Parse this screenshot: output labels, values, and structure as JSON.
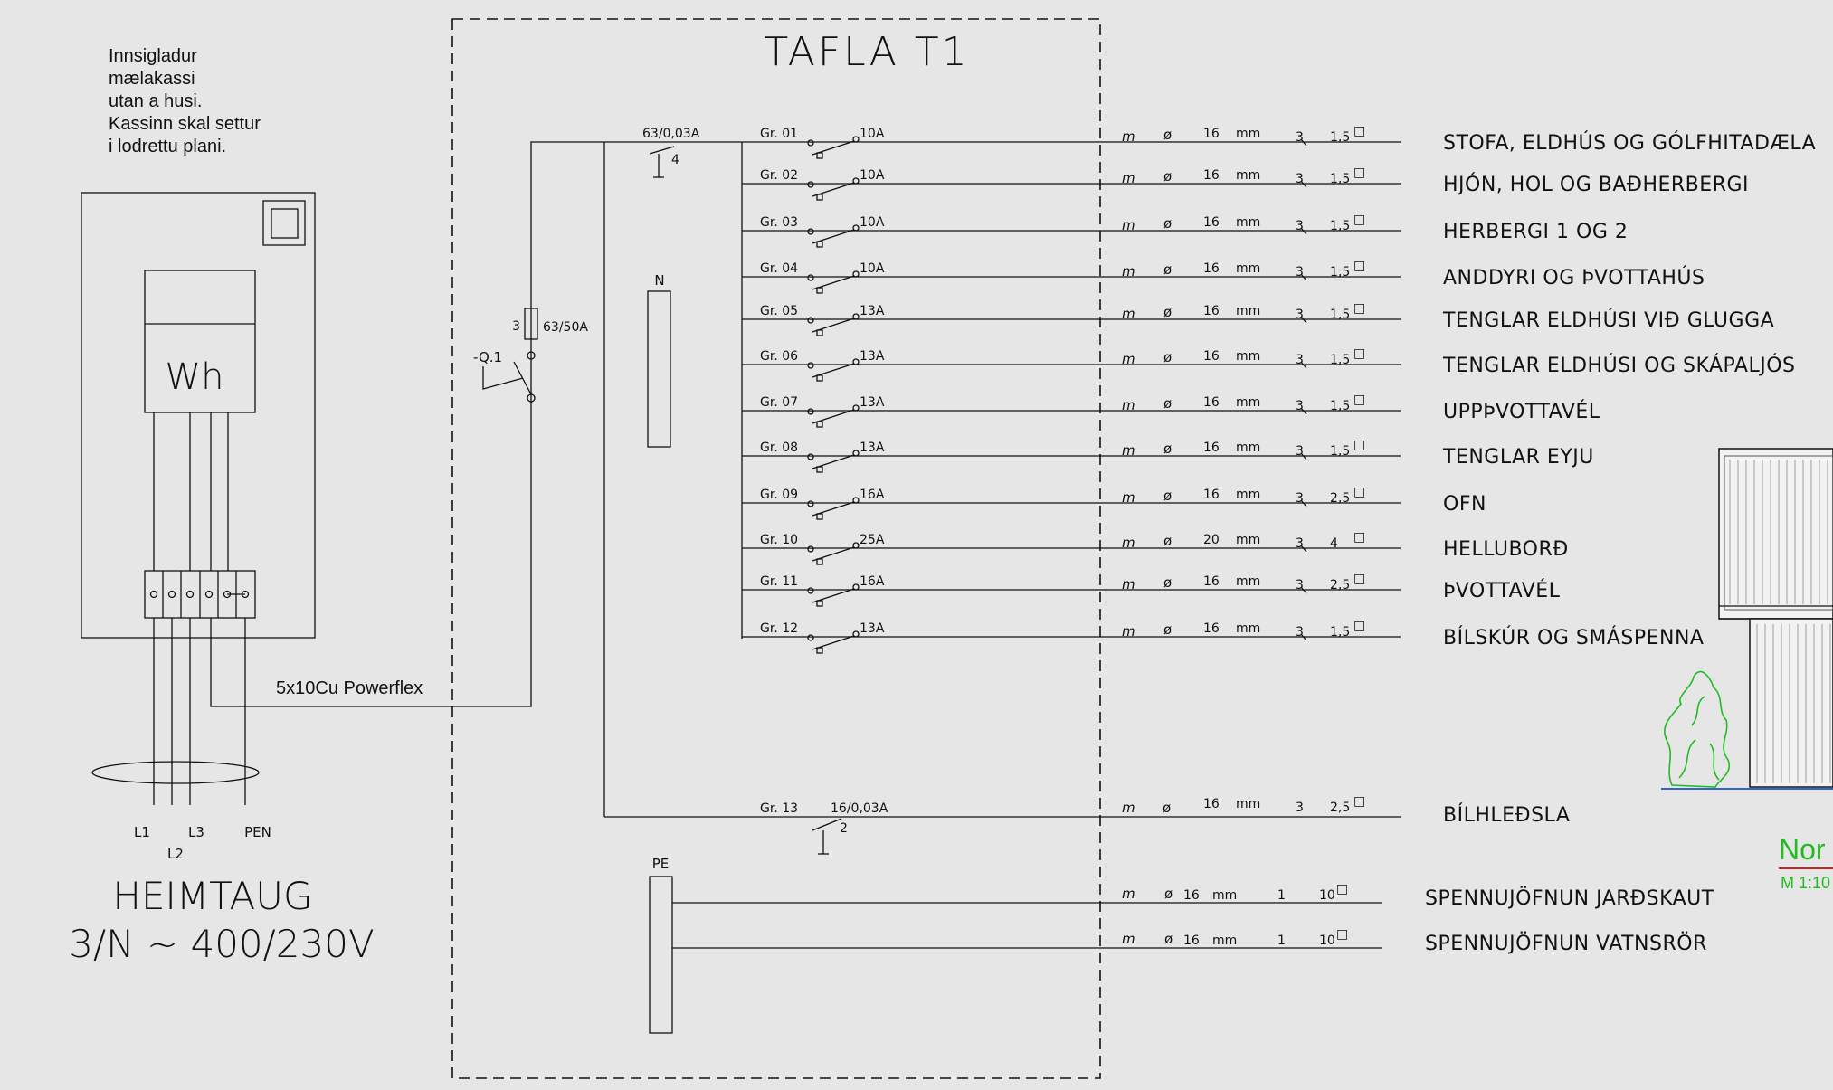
{
  "meter_box": {
    "note_lines": [
      "Innsigladur",
      "mælakassi",
      "utan a husi.",
      "Kassinn skal settur",
      "i lodrettu plani."
    ],
    "meter_label": "Wh"
  },
  "supply": {
    "phases": [
      "L1",
      "L2",
      "L3",
      "PEN"
    ],
    "cable_label": "5x10Cu Powerflex",
    "title": "HEIMTAUG",
    "voltage": "3/N ~ 400/230V"
  },
  "panel": {
    "title": "TAFLA T1",
    "main_switch_id": "-Q.1",
    "main_fuse": "63/50A",
    "main_fuse_poles": "3",
    "rcd_main": "63/0,03A",
    "rcd_main_poles": "4",
    "neutral_label": "N",
    "pe_label": "PE",
    "rcd_car": "16/0,03A",
    "rcd_car_poles": "2"
  },
  "circuits": [
    {
      "group": "Gr. 01",
      "breaker": "10A",
      "install": "m",
      "conduit": "ø",
      "size": "16",
      "unit": "mm",
      "cores": "3",
      "cross": "1,5",
      "sq": "□",
      "desc": "STOFA, ELDHÚS OG GÓLFHITADÆLA"
    },
    {
      "group": "Gr. 02",
      "breaker": "10A",
      "install": "m",
      "conduit": "ø",
      "size": "16",
      "unit": "mm",
      "cores": "3",
      "cross": "1,5",
      "sq": "□",
      "desc": "HJÓN, HOL OG BAÐHERBERGI"
    },
    {
      "group": "Gr. 03",
      "breaker": "10A",
      "install": "m",
      "conduit": "ø",
      "size": "16",
      "unit": "mm",
      "cores": "3",
      "cross": "1,5",
      "sq": "□",
      "desc": "HERBERGI 1 OG 2"
    },
    {
      "group": "Gr. 04",
      "breaker": "10A",
      "install": "m",
      "conduit": "ø",
      "size": "16",
      "unit": "mm",
      "cores": "3",
      "cross": "1,5",
      "sq": "□",
      "desc": "ANDDYRI OG ÞVOTTAHÚS"
    },
    {
      "group": "Gr. 05",
      "breaker": "13A",
      "install": "m",
      "conduit": "ø",
      "size": "16",
      "unit": "mm",
      "cores": "3",
      "cross": "1,5",
      "sq": "□",
      "desc": "TENGLAR ELDHÚSI VIÐ GLUGGA"
    },
    {
      "group": "Gr. 06",
      "breaker": "13A",
      "install": "m",
      "conduit": "ø",
      "size": "16",
      "unit": "mm",
      "cores": "3",
      "cross": "1,5",
      "sq": "□",
      "desc": "TENGLAR ELDHÚSI OG SKÁPALJÓS"
    },
    {
      "group": "Gr. 07",
      "breaker": "13A",
      "install": "m",
      "conduit": "ø",
      "size": "16",
      "unit": "mm",
      "cores": "3",
      "cross": "1,5",
      "sq": "□",
      "desc": "UPPÞVOTTAVÉL"
    },
    {
      "group": "Gr. 08",
      "breaker": "13A",
      "install": "m",
      "conduit": "ø",
      "size": "16",
      "unit": "mm",
      "cores": "3",
      "cross": "1,5",
      "sq": "□",
      "desc": "TENGLAR EYJU"
    },
    {
      "group": "Gr. 09",
      "breaker": "16A",
      "install": "m",
      "conduit": "ø",
      "size": "16",
      "unit": "mm",
      "cores": "3",
      "cross": "2,5",
      "sq": "□",
      "desc": "OFN"
    },
    {
      "group": "Gr. 10",
      "breaker": "25A",
      "install": "m",
      "conduit": "ø",
      "size": "20",
      "unit": "mm",
      "cores": "3",
      "cross": "4",
      "sq": "□",
      "desc": "HELLUBORÐ"
    },
    {
      "group": "Gr. 11",
      "breaker": "16A",
      "install": "m",
      "conduit": "ø",
      "size": "16",
      "unit": "mm",
      "cores": "3",
      "cross": "2,5",
      "sq": "□",
      "desc": "ÞVOTTAVÉL"
    },
    {
      "group": "Gr. 12",
      "breaker": "13A",
      "install": "m",
      "conduit": "ø",
      "size": "16",
      "unit": "mm",
      "cores": "3",
      "cross": "1,5",
      "sq": "□",
      "desc": "BÍLSKÚR OG SMÁSPENNA"
    }
  ],
  "car_circuit": {
    "group": "Gr. 13",
    "install": "m",
    "conduit": "ø",
    "size": "16",
    "unit": "mm",
    "cores": "3",
    "cross": "2,5",
    "sq": "□",
    "desc": "BÍLHLEÐSLA"
  },
  "equipotential": [
    {
      "install": "m",
      "conduit": "ø",
      "size": "16",
      "unit": "mm",
      "cores": "1",
      "cross": "10",
      "sq": "□",
      "desc": "SPENNUJÖFNUN JARÐSKAUT"
    },
    {
      "install": "m",
      "conduit": "ø",
      "size": "16",
      "unit": "mm",
      "cores": "1",
      "cross": "10",
      "sq": "□",
      "desc": "SPENNUJÖFNUN VATNSRÖR"
    }
  ],
  "elevation": {
    "label": "Nor",
    "scale": "M 1:10",
    "label_color": "#22bb22",
    "underline_color": "#cc2222",
    "ground_color": "#3366cc"
  }
}
